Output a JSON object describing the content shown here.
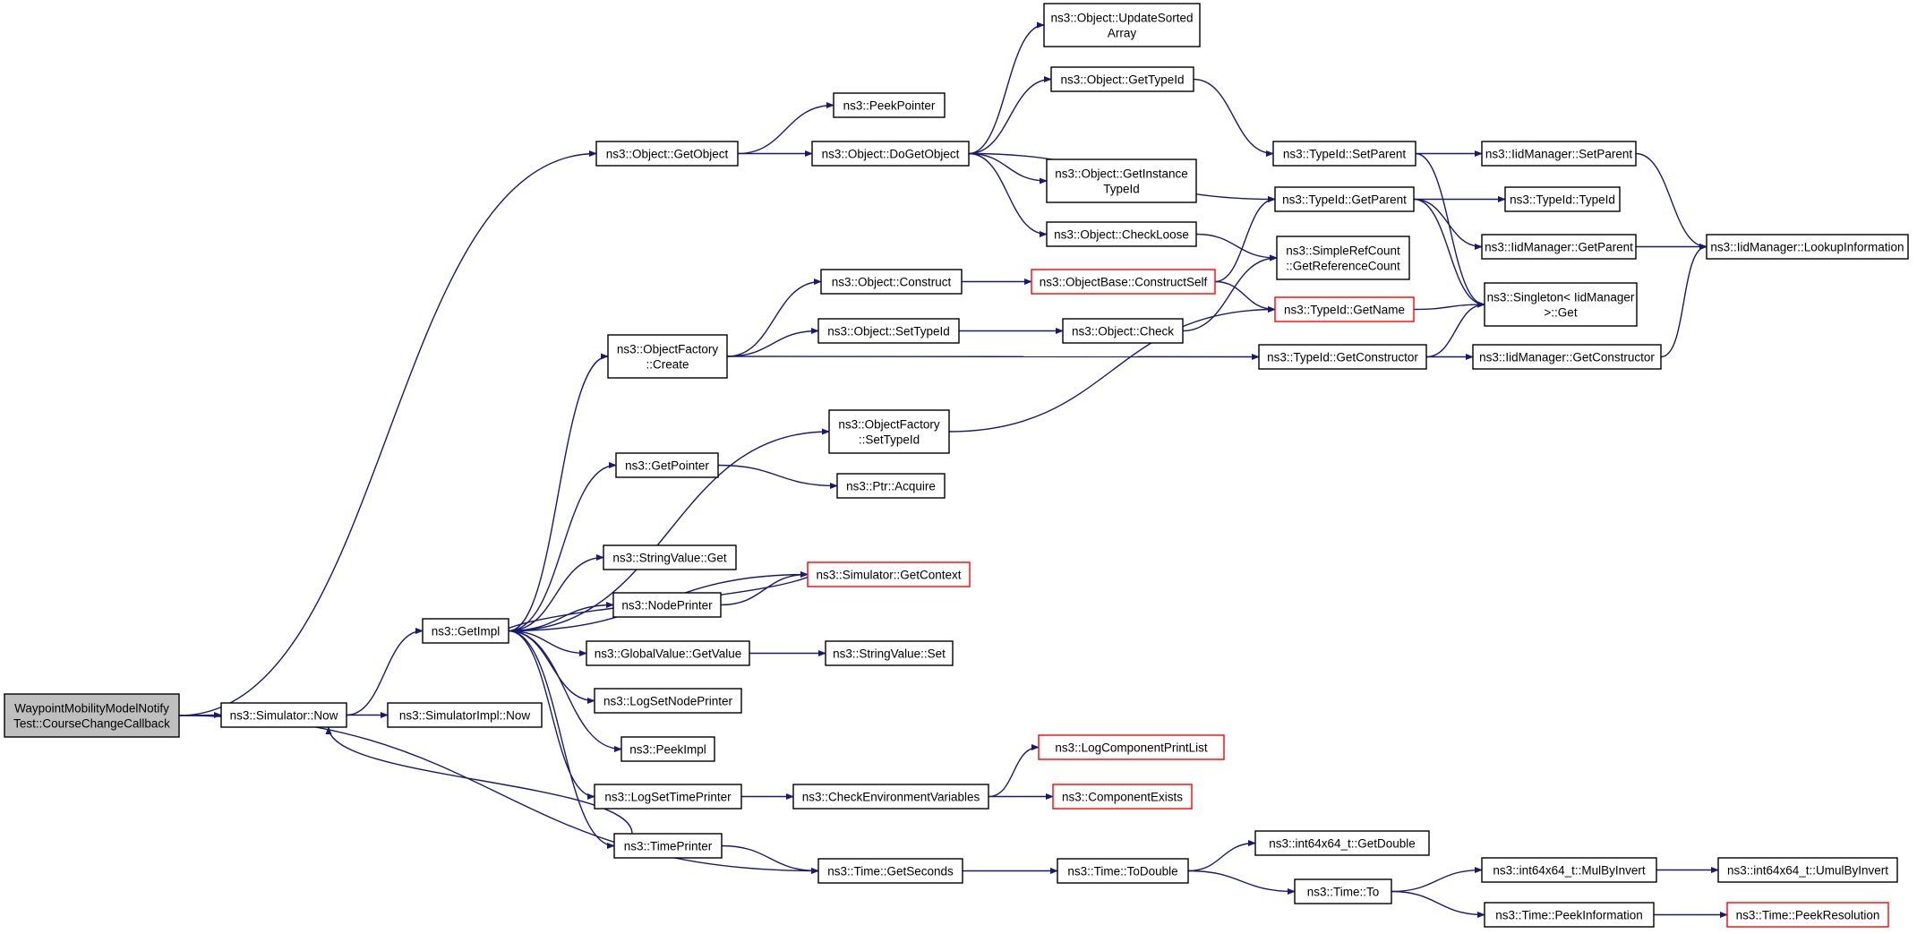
{
  "nodes": [
    {
      "id": "root",
      "lines": [
        "WaypointMobilityModelNotify",
        "Test::CourseChangeCallback"
      ],
      "style": "root"
    },
    {
      "id": "sim_now",
      "lines": [
        "ns3::Simulator::Now"
      ]
    },
    {
      "id": "simimpl_now",
      "lines": [
        "ns3::SimulatorImpl::Now"
      ]
    },
    {
      "id": "getimpl",
      "lines": [
        "ns3::GetImpl"
      ]
    },
    {
      "id": "getobject",
      "lines": [
        "ns3::Object::GetObject"
      ]
    },
    {
      "id": "peekpointer",
      "lines": [
        "ns3::PeekPointer"
      ]
    },
    {
      "id": "dogetobject",
      "lines": [
        "ns3::Object::DoGetObject"
      ]
    },
    {
      "id": "updatesorted",
      "lines": [
        "ns3::Object::UpdateSorted",
        "Array"
      ]
    },
    {
      "id": "gettypeid",
      "lines": [
        "ns3::Object::GetTypeId"
      ]
    },
    {
      "id": "getinstance",
      "lines": [
        "ns3::Object::GetInstance",
        "TypeId"
      ]
    },
    {
      "id": "checkloose",
      "lines": [
        "ns3::Object::CheckLoose"
      ]
    },
    {
      "id": "tid_setparent",
      "lines": [
        "ns3::TypeId::SetParent"
      ]
    },
    {
      "id": "tid_getparent",
      "lines": [
        "ns3::TypeId::GetParent"
      ]
    },
    {
      "id": "iid_setparent",
      "lines": [
        "ns3::IidManager::SetParent"
      ]
    },
    {
      "id": "tid_typeid",
      "lines": [
        "ns3::TypeId::TypeId"
      ]
    },
    {
      "id": "iid_getparent",
      "lines": [
        "ns3::IidManager::GetParent"
      ]
    },
    {
      "id": "iid_lookup",
      "lines": [
        "ns3::IidManager::LookupInformation"
      ]
    },
    {
      "id": "singleton",
      "lines": [
        "ns3::Singleton< IidManager",
        " >::Get"
      ]
    },
    {
      "id": "simplerefcount",
      "lines": [
        "ns3::SimpleRefCount",
        "::GetReferenceCount"
      ]
    },
    {
      "id": "obj_construct",
      "lines": [
        "ns3::Object::Construct"
      ]
    },
    {
      "id": "constructself",
      "lines": [
        "ns3::ObjectBase::ConstructSelf"
      ],
      "style": "trunc"
    },
    {
      "id": "tid_getname",
      "lines": [
        "ns3::TypeId::GetName"
      ],
      "style": "trunc"
    },
    {
      "id": "objfactory_create",
      "lines": [
        "ns3::ObjectFactory",
        "::Create"
      ]
    },
    {
      "id": "obj_settypeid",
      "lines": [
        "ns3::Object::SetTypeId"
      ]
    },
    {
      "id": "obj_check",
      "lines": [
        "ns3::Object::Check"
      ]
    },
    {
      "id": "tid_getconstructor",
      "lines": [
        "ns3::TypeId::GetConstructor"
      ]
    },
    {
      "id": "iid_getconstructor",
      "lines": [
        "ns3::IidManager::GetConstructor"
      ]
    },
    {
      "id": "objfactory_settypeid",
      "lines": [
        "ns3::ObjectFactory",
        "::SetTypeId"
      ]
    },
    {
      "id": "getpointer",
      "lines": [
        "ns3::GetPointer"
      ]
    },
    {
      "id": "ptr_acquire",
      "lines": [
        "ns3::Ptr::Acquire"
      ]
    },
    {
      "id": "stringvalue_get",
      "lines": [
        "ns3::StringValue::Get"
      ]
    },
    {
      "id": "sim_getcontext",
      "lines": [
        "ns3::Simulator::GetContext"
      ],
      "style": "trunc"
    },
    {
      "id": "nodeprinter",
      "lines": [
        "ns3::NodePrinter"
      ]
    },
    {
      "id": "globalvalue_getvalue",
      "lines": [
        "ns3::GlobalValue::GetValue"
      ]
    },
    {
      "id": "stringvalue_set",
      "lines": [
        "ns3::StringValue::Set"
      ]
    },
    {
      "id": "logsetnodeprinter",
      "lines": [
        "ns3::LogSetNodePrinter"
      ]
    },
    {
      "id": "peekimpl",
      "lines": [
        "ns3::PeekImpl"
      ]
    },
    {
      "id": "logcomponentprintlist",
      "lines": [
        "ns3::LogComponentPrintList"
      ],
      "style": "trunc"
    },
    {
      "id": "logsettimeprinter",
      "lines": [
        "ns3::LogSetTimePrinter"
      ]
    },
    {
      "id": "checkenv",
      "lines": [
        "ns3::CheckEnvironmentVariables"
      ]
    },
    {
      "id": "componentexists",
      "lines": [
        "ns3::ComponentExists"
      ],
      "style": "trunc"
    },
    {
      "id": "timeprinter",
      "lines": [
        "ns3::TimePrinter"
      ]
    },
    {
      "id": "time_getseconds",
      "lines": [
        "ns3::Time::GetSeconds"
      ]
    },
    {
      "id": "time_todouble",
      "lines": [
        "ns3::Time::ToDouble"
      ]
    },
    {
      "id": "int64_getdouble",
      "lines": [
        "ns3::int64x64_t::GetDouble"
      ]
    },
    {
      "id": "time_to",
      "lines": [
        "ns3::Time::To"
      ]
    },
    {
      "id": "int64_mulbyinvert",
      "lines": [
        "ns3::int64x64_t::MulByInvert"
      ]
    },
    {
      "id": "int64_umulbyinvert",
      "lines": [
        "ns3::int64x64_t::UmulByInvert"
      ]
    },
    {
      "id": "time_peekinformation",
      "lines": [
        "ns3::Time::PeekInformation"
      ]
    },
    {
      "id": "time_peekresolution",
      "lines": [
        "ns3::Time::PeekResolution"
      ],
      "style": "trunc"
    }
  ],
  "edges": [
    [
      "root",
      "sim_now"
    ],
    [
      "root",
      "getobject"
    ],
    [
      "root",
      "time_getseconds"
    ],
    [
      "sim_now",
      "simimpl_now"
    ],
    [
      "sim_now",
      "getimpl"
    ],
    [
      "getimpl",
      "objfactory_create"
    ],
    [
      "getimpl",
      "objfactory_settypeid"
    ],
    [
      "getimpl",
      "getpointer"
    ],
    [
      "getimpl",
      "sim_getcontext"
    ],
    [
      "getimpl",
      "stringvalue_get"
    ],
    [
      "getimpl",
      "nodeprinter"
    ],
    [
      "getimpl",
      "globalvalue_getvalue"
    ],
    [
      "getimpl",
      "logsetnodeprinter"
    ],
    [
      "getimpl",
      "peekimpl"
    ],
    [
      "getimpl",
      "logsettimeprinter"
    ],
    [
      "getimpl",
      "timeprinter"
    ],
    [
      "getobject",
      "peekpointer"
    ],
    [
      "getobject",
      "dogetobject"
    ],
    [
      "dogetobject",
      "updatesorted"
    ],
    [
      "dogetobject",
      "gettypeid"
    ],
    [
      "dogetobject",
      "getinstance"
    ],
    [
      "dogetobject",
      "checkloose"
    ],
    [
      "dogetobject",
      "tid_getparent"
    ],
    [
      "gettypeid",
      "tid_setparent"
    ],
    [
      "tid_setparent",
      "iid_setparent"
    ],
    [
      "tid_setparent",
      "singleton"
    ],
    [
      "iid_setparent",
      "iid_lookup"
    ],
    [
      "tid_getparent",
      "tid_typeid"
    ],
    [
      "tid_getparent",
      "iid_getparent"
    ],
    [
      "tid_getparent",
      "singleton"
    ],
    [
      "iid_getparent",
      "iid_lookup"
    ],
    [
      "checkloose",
      "simplerefcount"
    ],
    [
      "objfactory_create",
      "obj_construct"
    ],
    [
      "objfactory_create",
      "obj_settypeid"
    ],
    [
      "objfactory_create",
      "tid_getconstructor"
    ],
    [
      "obj_construct",
      "constructself"
    ],
    [
      "constructself",
      "tid_getparent"
    ],
    [
      "constructself",
      "tid_getname"
    ],
    [
      "tid_getname",
      "singleton"
    ],
    [
      "obj_settypeid",
      "obj_check"
    ],
    [
      "obj_check",
      "simplerefcount"
    ],
    [
      "tid_getconstructor",
      "singleton"
    ],
    [
      "tid_getconstructor",
      "iid_getconstructor"
    ],
    [
      "iid_getconstructor",
      "iid_lookup"
    ],
    [
      "objfactory_settypeid",
      "tid_getname"
    ],
    [
      "getpointer",
      "ptr_acquire"
    ],
    [
      "sim_getcontext",
      "getimpl"
    ],
    [
      "nodeprinter",
      "sim_getcontext"
    ],
    [
      "globalvalue_getvalue",
      "stringvalue_set"
    ],
    [
      "logsettimeprinter",
      "checkenv"
    ],
    [
      "checkenv",
      "logcomponentprintlist"
    ],
    [
      "checkenv",
      "componentexists"
    ],
    [
      "timeprinter",
      "sim_now"
    ],
    [
      "timeprinter",
      "time_getseconds"
    ],
    [
      "time_getseconds",
      "time_todouble"
    ],
    [
      "time_todouble",
      "int64_getdouble"
    ],
    [
      "time_todouble",
      "time_to"
    ],
    [
      "time_to",
      "int64_mulbyinvert"
    ],
    [
      "time_to",
      "time_peekinformation"
    ],
    [
      "int64_mulbyinvert",
      "int64_umulbyinvert"
    ],
    [
      "time_peekinformation",
      "time_peekresolution"
    ]
  ]
}
